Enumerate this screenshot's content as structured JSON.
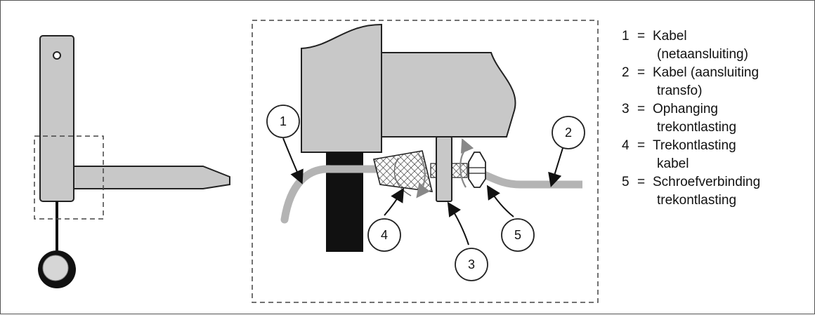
{
  "legend": {
    "items": [
      {
        "num": "1",
        "eq": "=",
        "term": "Kabel",
        "cont": "(netaansluiting)"
      },
      {
        "num": "2",
        "eq": "=",
        "term": "Kabel (aansluiting",
        "cont": "transfo)"
      },
      {
        "num": "3",
        "eq": "=",
        "term": "Ophanging",
        "cont": "trekontlasting"
      },
      {
        "num": "4",
        "eq": "=",
        "term": "Trekontlasting",
        "cont": "kabel"
      },
      {
        "num": "5",
        "eq": "=",
        "term": "Schroefverbinding",
        "cont": "trekontlasting"
      }
    ]
  },
  "callouts": {
    "c1": "1",
    "c2": "2",
    "c3": "3",
    "c4": "4",
    "c5": "5"
  },
  "colors": {
    "part_fill": "#c8c8c8",
    "cable": "#b4b4b4",
    "outline": "#222222",
    "dark_block": "#111111"
  }
}
